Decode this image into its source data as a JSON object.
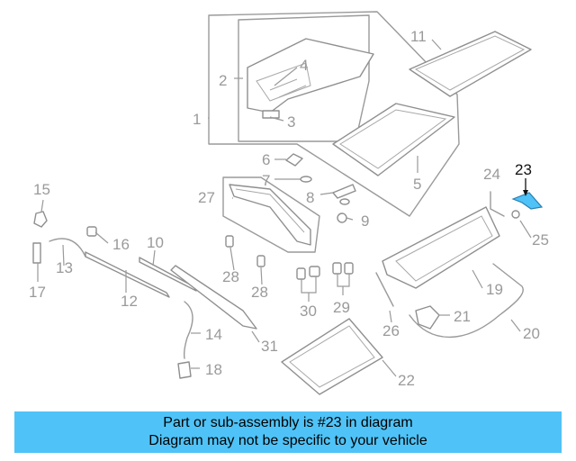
{
  "diagram": {
    "highlight_color": "#4fc3f7",
    "highlighted_part": "23",
    "callouts": [
      "1",
      "2",
      "3",
      "4",
      "5",
      "6",
      "7",
      "8",
      "9",
      "10",
      "11",
      "12",
      "13",
      "14",
      "15",
      "16",
      "17",
      "18",
      "19",
      "20",
      "21",
      "22",
      "23",
      "24",
      "25",
      "26",
      "27",
      "28",
      "28",
      "29",
      "30",
      "31"
    ]
  },
  "banner": {
    "line1": "Part or sub-assembly is #23 in diagram",
    "line2": "Diagram may not be specific to your vehicle",
    "background": "#4fc3f7"
  }
}
